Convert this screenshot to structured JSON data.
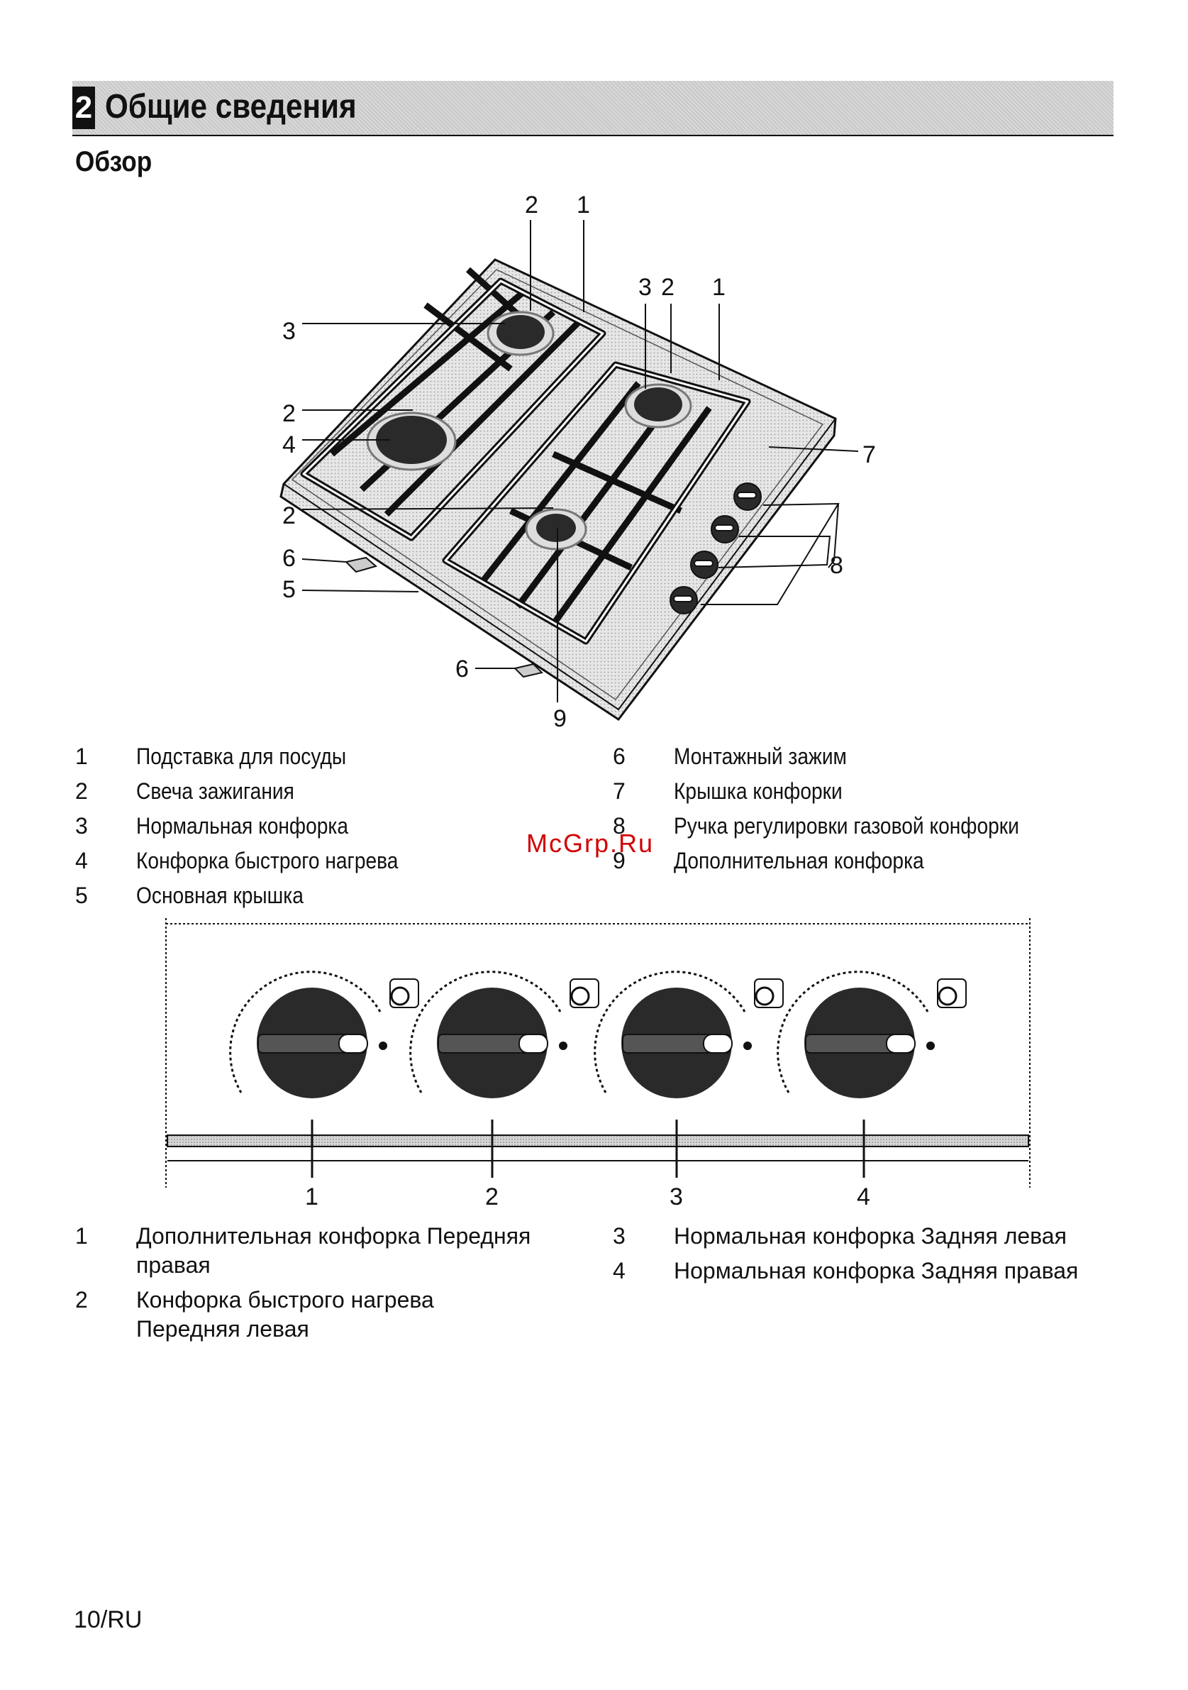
{
  "section": {
    "number": "2",
    "title": "Общие сведения"
  },
  "subheading": "Обзор",
  "figure1": {
    "callouts": [
      "2",
      "1",
      "3",
      "2",
      "1",
      "3",
      "2",
      "4",
      "7",
      "2",
      "8",
      "6",
      "5",
      "6",
      "9"
    ]
  },
  "legend1": {
    "left": [
      {
        "num": "1",
        "text": "Подставка для посуды"
      },
      {
        "num": "2",
        "text": "Свеча зажигания"
      },
      {
        "num": "3",
        "text": "Нормальная конфорка"
      },
      {
        "num": "4",
        "text": "Конфорка быстрого нагрева"
      },
      {
        "num": "5",
        "text": "Основная крышка"
      }
    ],
    "right": [
      {
        "num": "6",
        "text": "Монтажный зажим"
      },
      {
        "num": "7",
        "text": "Крышка конфорки"
      },
      {
        "num": "8",
        "text": "Ручка регулировки газовой конфорки"
      },
      {
        "num": "9",
        "text": "Дополнительная конфорка"
      }
    ]
  },
  "figure2": {
    "callouts": [
      "1",
      "2",
      "3",
      "4"
    ]
  },
  "legend2": {
    "left": [
      {
        "num": "1",
        "text": "Дополнительная конфорка Передняя правая"
      },
      {
        "num": "2",
        "text": "Конфорка быстрого нагрева Передняя левая"
      }
    ],
    "right": [
      {
        "num": "3",
        "text": "Нормальная конфорка Задняя левая"
      },
      {
        "num": "4",
        "text": "Нормальная конфорка Задняя правая"
      }
    ]
  },
  "watermark": "McGrp.Ru",
  "page_number": "10/RU"
}
